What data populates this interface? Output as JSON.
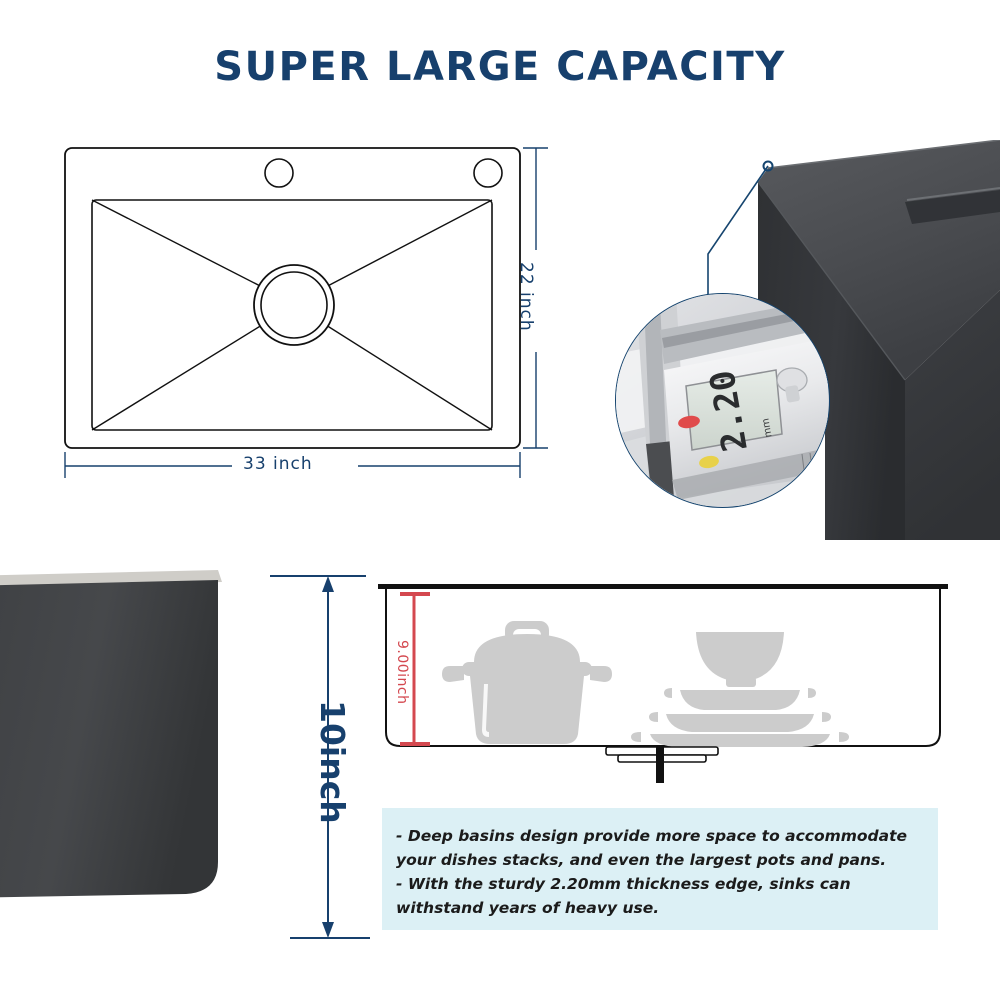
{
  "title": "SUPER LARGE CAPACITY",
  "colors": {
    "navy": "#17406d",
    "line_navy": "#1b4a73",
    "red": "#d4484f",
    "infobox_bg": "#dcf0f5",
    "icon_gray": "#cccccc",
    "sink_dark": "#3a3b3d"
  },
  "top_diagram": {
    "name": "sink-top-view-drawing",
    "width_label": "33 inch",
    "height_label": "22 inch",
    "features": [
      "faucet-hole-left",
      "faucet-hole-right",
      "drain-opening",
      "basin-slope-lines"
    ]
  },
  "thickness_callout": {
    "caliper_reading": "2.20",
    "caliper_unit": "mm",
    "buttons": [
      "red-button",
      "yellow-button"
    ]
  },
  "cross_section": {
    "depth_label": "10inch",
    "interior_depth_label": "9.00inch",
    "icons": [
      "stock-pot-icon",
      "dish-stack-icon",
      "drain-assembly-icon"
    ]
  },
  "description": {
    "line1": "- Deep basins design provide more space to accommodate",
    "line2": "your dishes stacks, and even the largest pots and pans.",
    "line3": "- With the sturdy 2.20mm thickness edge, sinks can",
    "line4": "withstand years of heavy use."
  }
}
